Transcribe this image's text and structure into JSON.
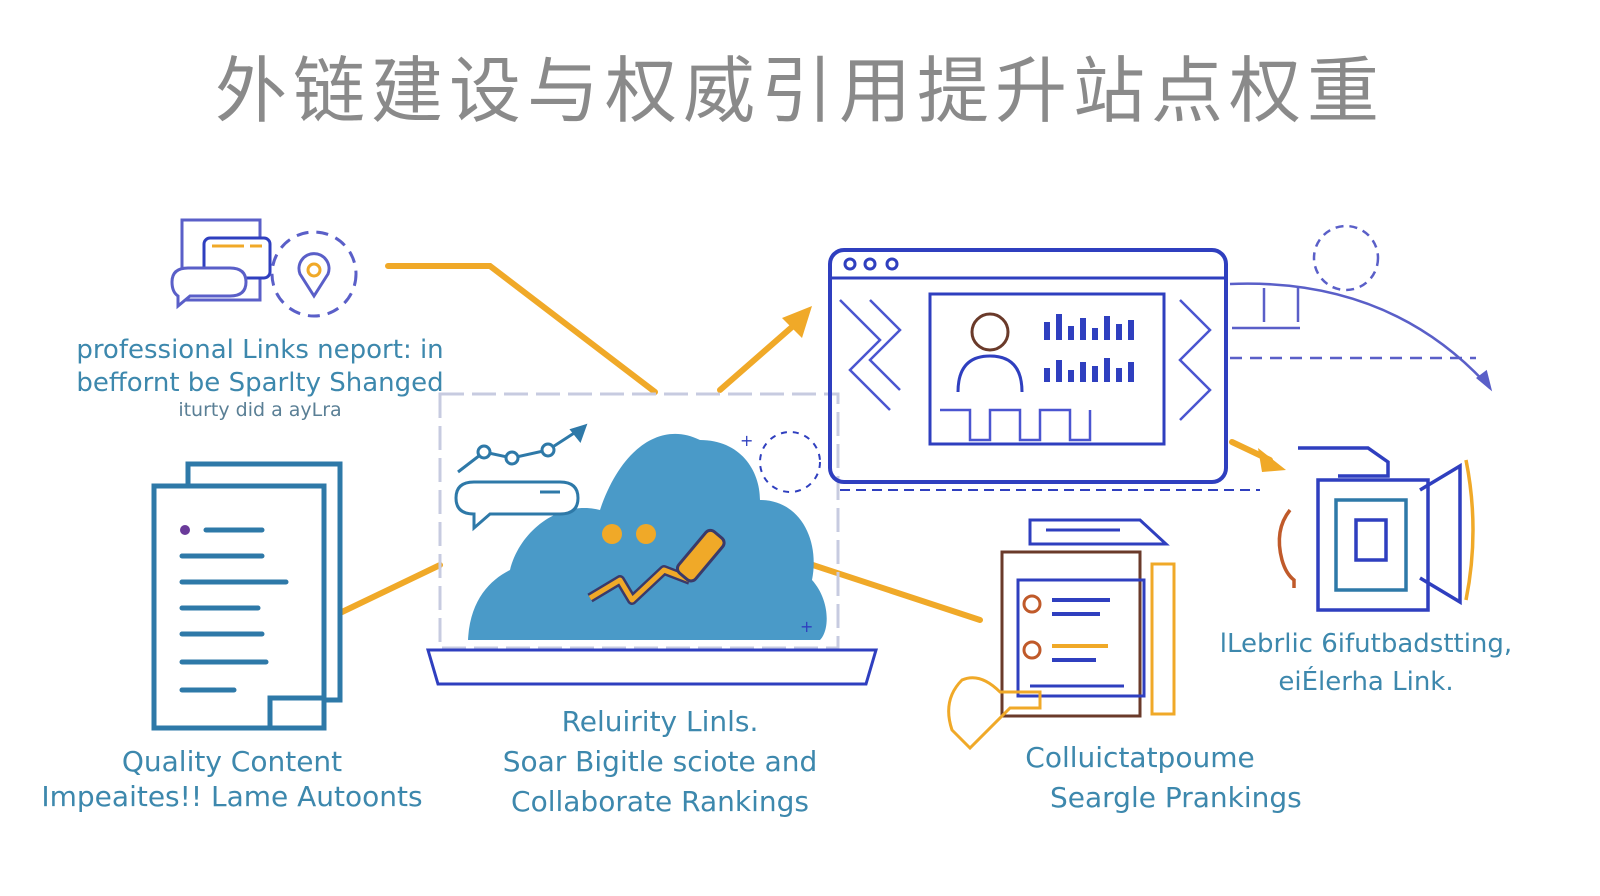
{
  "title": "外链建设与权威引用提升站点权重",
  "colors": {
    "navy": "#2f3fbf",
    "teal": "#2e79a8",
    "orange": "#f0a928",
    "blue_fill": "#4a9ac8",
    "title_gray": "#8a8a8a",
    "caption_teal": "#3d88ad"
  },
  "captions": {
    "top_left": {
      "line1": "professional Links neport: in",
      "line2": "beffornt be Sparlty Shanged",
      "line3": "iturty did a ayLra"
    },
    "bottom_left": {
      "line1": "Quality Content",
      "line2": "Impeaites!!  Lame Autoonts"
    },
    "center": {
      "line1": "Reluirity Linls.",
      "line2": "Soar Bigitle sciote and",
      "line3": "Collaborate Rankings"
    },
    "bottom_right": {
      "line1": "Colluictatpoume",
      "line2": "Seargle Prankings"
    },
    "right": {
      "line1": "lLebrlic 6ifutbadstting,",
      "line2": "eiÉlerha Link."
    }
  }
}
